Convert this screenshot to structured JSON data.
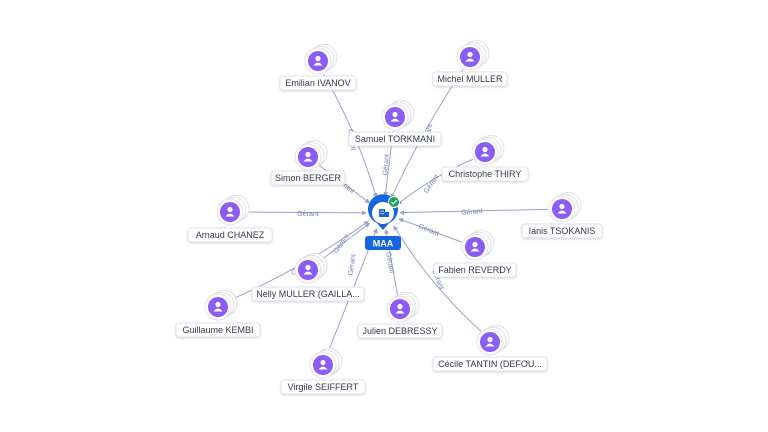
{
  "company": {
    "label": "MAA",
    "icon": "building-icon",
    "status_icon": "check-badge-icon"
  },
  "edge_label": "Gérant",
  "people": [
    {
      "name": "Emilian IVANOV",
      "icon": "person-icon"
    },
    {
      "name": "Michel MULLER",
      "icon": "person-icon"
    },
    {
      "name": "Samuel TORKMANI",
      "icon": "person-icon"
    },
    {
      "name": "Christophe THIRY",
      "icon": "person-icon"
    },
    {
      "name": "Simon BERGER",
      "icon": "person-icon"
    },
    {
      "name": "Arnaud CHANEZ",
      "icon": "person-icon"
    },
    {
      "name": "Ianis TSOKANIS",
      "icon": "person-icon"
    },
    {
      "name": "Fabien REVERDY",
      "icon": "person-icon"
    },
    {
      "name": "Nelly MULLER (GAILLA...",
      "icon": "person-icon"
    },
    {
      "name": "Guillaume KEMBI",
      "icon": "person-icon"
    },
    {
      "name": "Julien DEBRESSY",
      "icon": "person-icon"
    },
    {
      "name": "Cécile TANTIN (DEFOU...",
      "icon": "person-icon"
    },
    {
      "name": "Virgile SEIFFERT",
      "icon": "person-icon"
    }
  ],
  "colors": {
    "person_node": "#8b5cf6",
    "company_node": "#1565e0",
    "status_badge": "#1aa25a",
    "edge": "#9ea3c9"
  }
}
